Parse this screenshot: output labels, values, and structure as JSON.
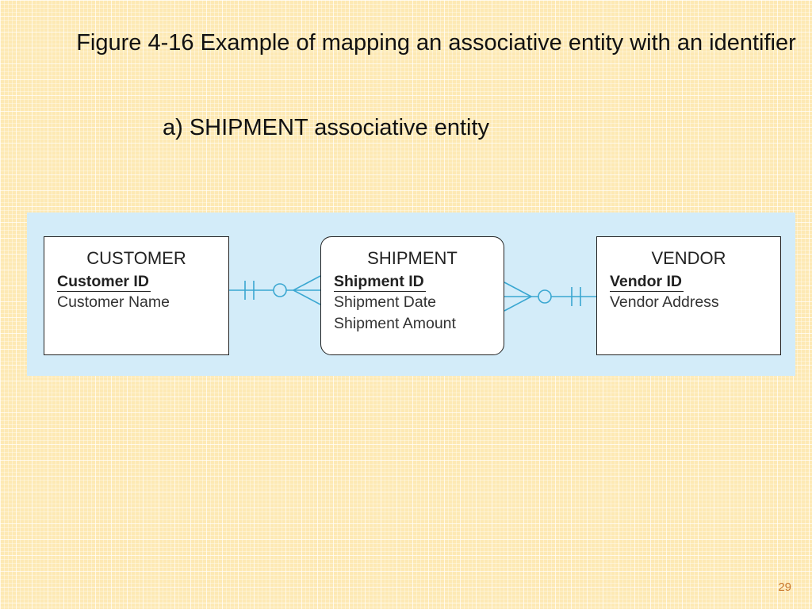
{
  "slide": {
    "title": "Figure 4-16 Example of mapping an associative entity with an identifier",
    "subtitle": "a) SHIPMENT associative entity",
    "page_number": "29"
  },
  "diagram": {
    "entities": [
      {
        "name": "CUSTOMER",
        "key": "Customer ID",
        "attributes": [
          "Customer Name"
        ]
      },
      {
        "name": "SHIPMENT",
        "key": "Shipment ID",
        "attributes": [
          "Shipment Date",
          "Shipment Amount"
        ]
      },
      {
        "name": "VENDOR",
        "key": "Vendor ID",
        "attributes": [
          "Vendor Address"
        ]
      }
    ],
    "relationships": [
      {
        "from": "CUSTOMER",
        "to": "SHIPMENT",
        "from_cardinality": "one-and-only-one",
        "to_cardinality": "zero-or-many"
      },
      {
        "from": "VENDOR",
        "to": "SHIPMENT",
        "from_cardinality": "one-and-only-one",
        "to_cardinality": "zero-or-many"
      }
    ]
  },
  "colors": {
    "background": "#fde9b4",
    "panel": "#d3ecf9",
    "connector": "#3aa7d1",
    "page_number": "#c8762a"
  }
}
